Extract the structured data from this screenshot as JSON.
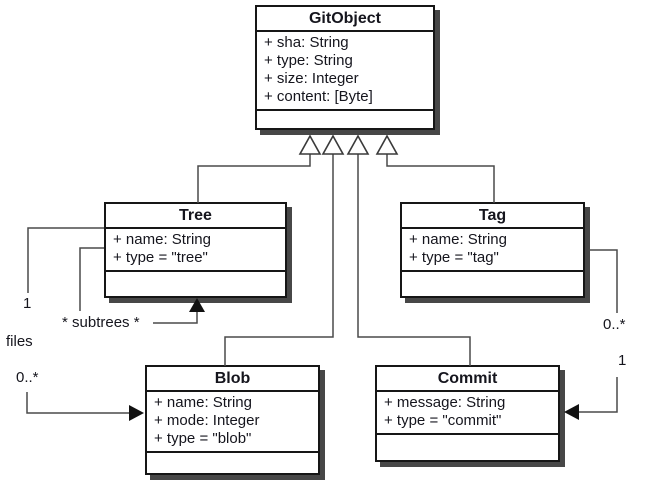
{
  "diagram_type": "uml-class-diagram",
  "colors": {
    "background": "#ffffff",
    "box_fill": "#ffffff",
    "box_border": "#161616",
    "box_shadow": "#474747",
    "connector_line": "#4a4a4a",
    "arrow_fill": "#111111",
    "text": "#15151d"
  },
  "classes": {
    "gitobject": {
      "name": "GitObject",
      "attributes": [
        "+ sha: String",
        "+ type: String",
        "+ size: Integer",
        "+ content: [Byte]"
      ]
    },
    "tree": {
      "name": "Tree",
      "attributes": [
        "+ name: String",
        "+ type = \"tree\""
      ]
    },
    "tag": {
      "name": "Tag",
      "attributes": [
        "+ name: String",
        "+ type = \"tag\""
      ]
    },
    "blob": {
      "name": "Blob",
      "attributes": [
        "+ name: String",
        "+ mode: Integer",
        "+ type = \"blob\""
      ]
    },
    "commit": {
      "name": "Commit",
      "attributes": [
        "+ message: String",
        "+ type = \"commit\""
      ]
    }
  },
  "associations": {
    "files": {
      "name": "files",
      "tree_end_multiplicity": "1",
      "blob_end_multiplicity": "0..*"
    },
    "subtrees": {
      "name": "* subtrees *"
    },
    "tag_commit": {
      "tag_end_multiplicity": "0..*",
      "commit_end_multiplicity": "1"
    }
  }
}
